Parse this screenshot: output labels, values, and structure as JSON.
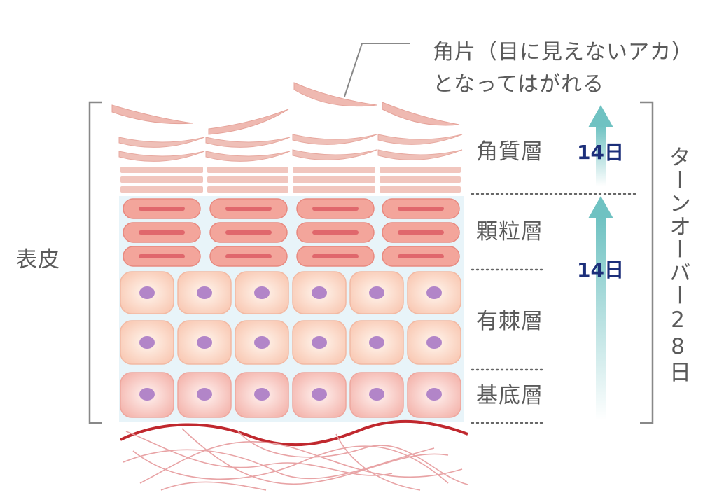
{
  "labels": {
    "epidermis": "表皮",
    "note_line1": "角片（目に見えないアカ）",
    "note_line2": "となってはがれる",
    "stratum_corneum": "角質層",
    "stratum_granulosum": "顆粒層",
    "stratum_spinosum": "有棘層",
    "stratum_basale": "基底層",
    "days_upper": "14日",
    "days_lower": "14日",
    "turnover": "ターンオーバー28日"
  },
  "colors": {
    "flake": "#eeb8b0",
    "granular_cell": "#f3a79d",
    "granular_nucleus": "#e06a6e",
    "spinous_cell": "#fbd6c2",
    "basal_cell": "#f8c9c1",
    "nucleus": "#b589c9",
    "background_blue": "#e6f3f8",
    "dermis_line": "#c0282e",
    "fiber": "#e7a0a2",
    "arrow": "#6fc2c2",
    "days_text": "#1c2f7a"
  },
  "icons": [
    "arrow-up-icon"
  ]
}
